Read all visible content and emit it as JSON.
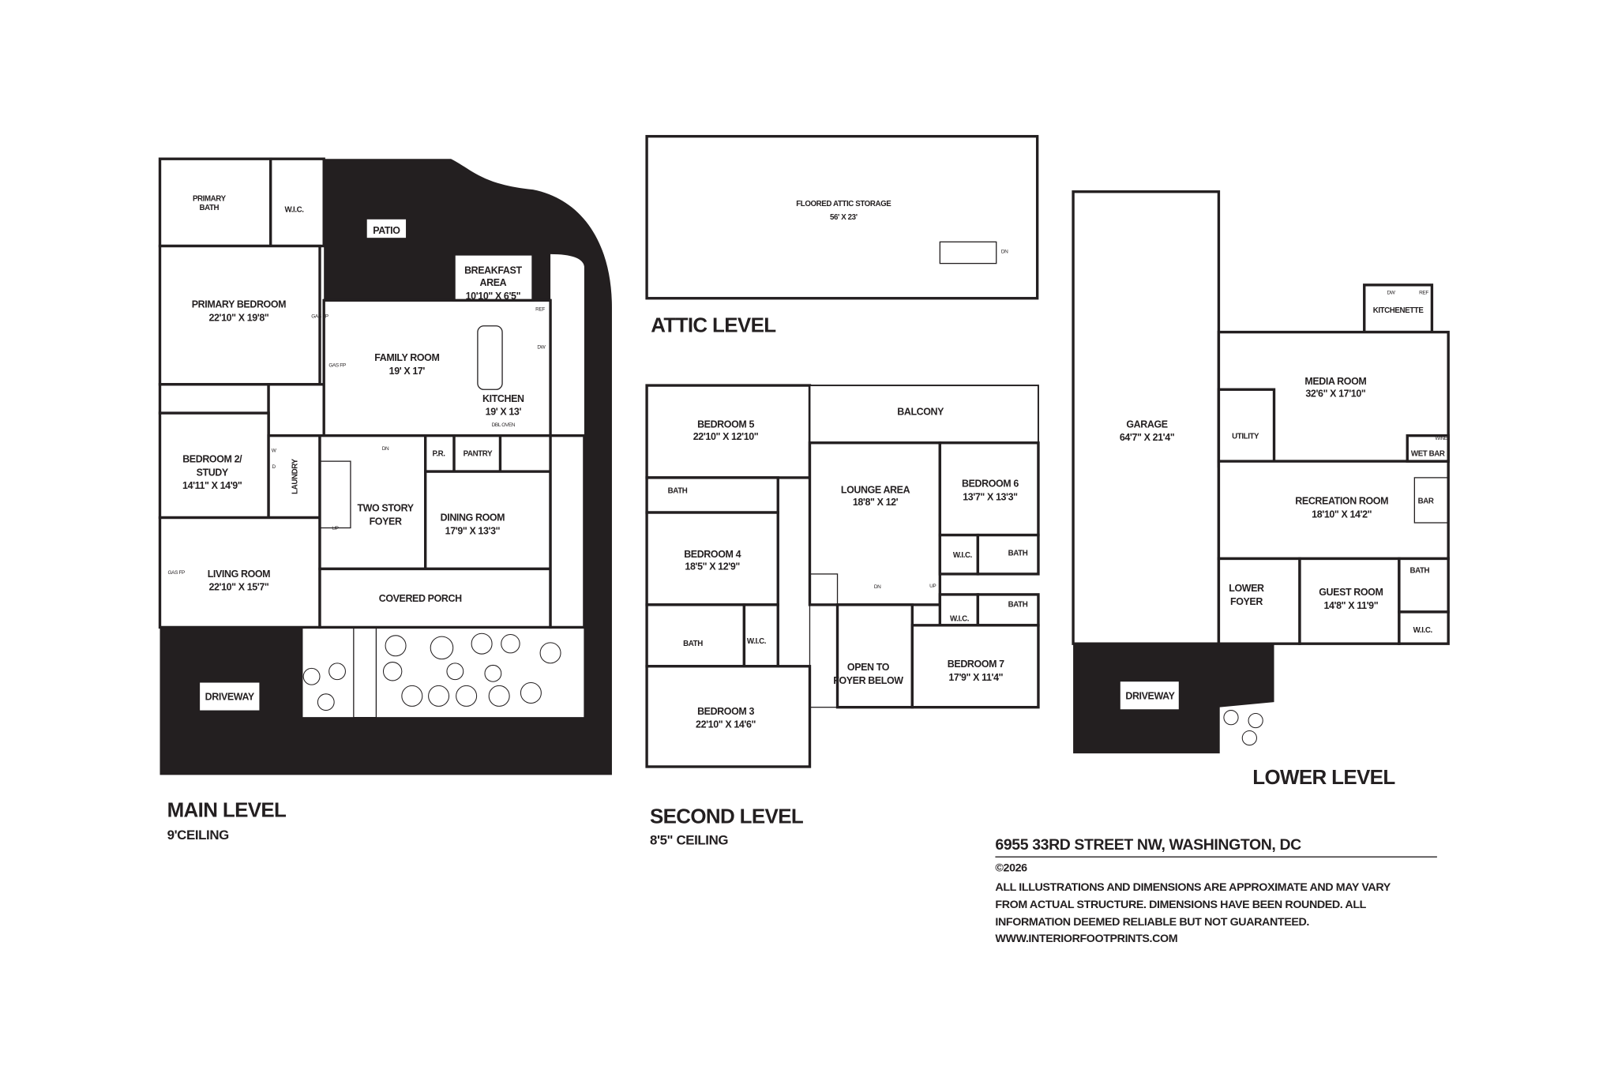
{
  "main_level": {
    "title": "MAIN LEVEL",
    "ceiling": "9'CEILING",
    "rooms": {
      "primary_bath": {
        "line1": "PRIMARY",
        "line2": "BATH"
      },
      "wic": {
        "name": "W.I.C."
      },
      "patio": {
        "name": "PATIO"
      },
      "breakfast": {
        "line1": "BREAKFAST",
        "line2": "AREA",
        "dims": "10'10\" X 6'5\""
      },
      "primary_bedroom": {
        "name": "PRIMARY BEDROOM",
        "dims": "22'10\" X 19'8\""
      },
      "family_room": {
        "name": "FAMILY ROOM",
        "dims": "19' X 17'"
      },
      "kitchen": {
        "name": "KITCHEN",
        "dims": "19' X 13'"
      },
      "bedroom2": {
        "line1": "BEDROOM 2/",
        "line2": "STUDY",
        "dims": "14'11\" X 14'9\""
      },
      "laundry": {
        "name": "LAUNDRY"
      },
      "powder_room": {
        "name": "P.R."
      },
      "pantry": {
        "name": "PANTRY"
      },
      "foyer": {
        "line1": "TWO STORY",
        "line2": "FOYER"
      },
      "dining_room": {
        "name": "DINING ROOM",
        "dims": "17'9\" X 13'3\""
      },
      "living_room": {
        "name": "LIVING ROOM",
        "dims": "22'10\" X 15'7\""
      },
      "covered_porch": {
        "name": "COVERED PORCH"
      },
      "driveway": {
        "name": "DRIVEWAY"
      }
    },
    "fixtures": {
      "gas_fp": "GAS FP",
      "ref": "REF",
      "dw": "DW",
      "oven": "DBL OVEN",
      "washer": "W",
      "dryer": "D",
      "dn": "DN",
      "up": "UP"
    }
  },
  "attic_level": {
    "title": "ATTIC LEVEL",
    "rooms": {
      "storage": {
        "name": "FLOORED ATTIC STORAGE",
        "dims": "56' X 23'"
      }
    },
    "fixtures": {
      "dn": "DN"
    }
  },
  "second_level": {
    "title": "SECOND LEVEL",
    "ceiling": "8'5\" CEILING",
    "rooms": {
      "bedroom5": {
        "name": "BEDROOM 5",
        "dims": "22'10\" X 12'10\""
      },
      "balcony": {
        "name": "BALCONY"
      },
      "lounge": {
        "name": "LOUNGE AREA",
        "dims": "18'8\" X 12'"
      },
      "bedroom6": {
        "name": "BEDROOM 6",
        "dims": "13'7\" X 13'3\""
      },
      "bath_a": {
        "name": "BATH"
      },
      "bedroom4": {
        "name": "BEDROOM 4",
        "dims": "18'5\" X 12'9\""
      },
      "wic_6": {
        "name": "W.I.C."
      },
      "bath_6": {
        "name": "BATH"
      },
      "bath_7": {
        "name": "BATH"
      },
      "wic_7": {
        "name": "W.I.C."
      },
      "bath_3": {
        "name": "BATH"
      },
      "wic_3": {
        "name": "W.I.C."
      },
      "open_foyer": {
        "line1": "OPEN TO",
        "line2": "FOYER BELOW"
      },
      "bedroom7": {
        "name": "BEDROOM 7",
        "dims": "17'9\" X 11'4\""
      },
      "bedroom3": {
        "name": "BEDROOM 3",
        "dims": "22'10\" X 14'6\""
      }
    },
    "fixtures": {
      "dn": "DN",
      "up": "UP"
    }
  },
  "lower_level": {
    "title": "LOWER LEVEL",
    "rooms": {
      "garage": {
        "name": "GARAGE",
        "dims": "64'7\" X 21'4\""
      },
      "utility": {
        "name": "UTILITY"
      },
      "media_room": {
        "name": "MEDIA ROOM",
        "dims": "32'6\" X 17'10\""
      },
      "kitchenette": {
        "name": "KITCHENETTE"
      },
      "wet_bar": {
        "name": "WET BAR"
      },
      "recreation_room": {
        "name": "RECREATION ROOM",
        "dims": "18'10\" X 14'2\""
      },
      "bar": {
        "name": "BAR"
      },
      "bath": {
        "name": "BATH"
      },
      "lower_foyer": {
        "line1": "LOWER",
        "line2": "FOYER"
      },
      "guest_room": {
        "name": "GUEST ROOM",
        "dims": "14'8\" X 11'9\""
      },
      "wic": {
        "name": "W.I.C."
      },
      "driveway": {
        "name": "DRIVEWAY"
      }
    },
    "fixtures": {
      "dw": "DW",
      "ref": "REF",
      "wine": "WINE"
    }
  },
  "footer": {
    "address": "6955 33RD STREET NW, WASHINGTON, DC",
    "copyright": "©2026",
    "disclaimer": [
      "ALL ILLUSTRATIONS AND DIMENSIONS ARE APPROXIMATE AND MAY VARY",
      "FROM ACTUAL STRUCTURE. DIMENSIONS HAVE BEEN ROUNDED. ALL",
      "INFORMATION DEEMED RELIABLE BUT NOT GUARANTEED.",
      "WWW.INTERIORFOOTPRINTS.COM"
    ]
  },
  "colors": {
    "ink": "#231f20",
    "background": "#ffffff"
  }
}
